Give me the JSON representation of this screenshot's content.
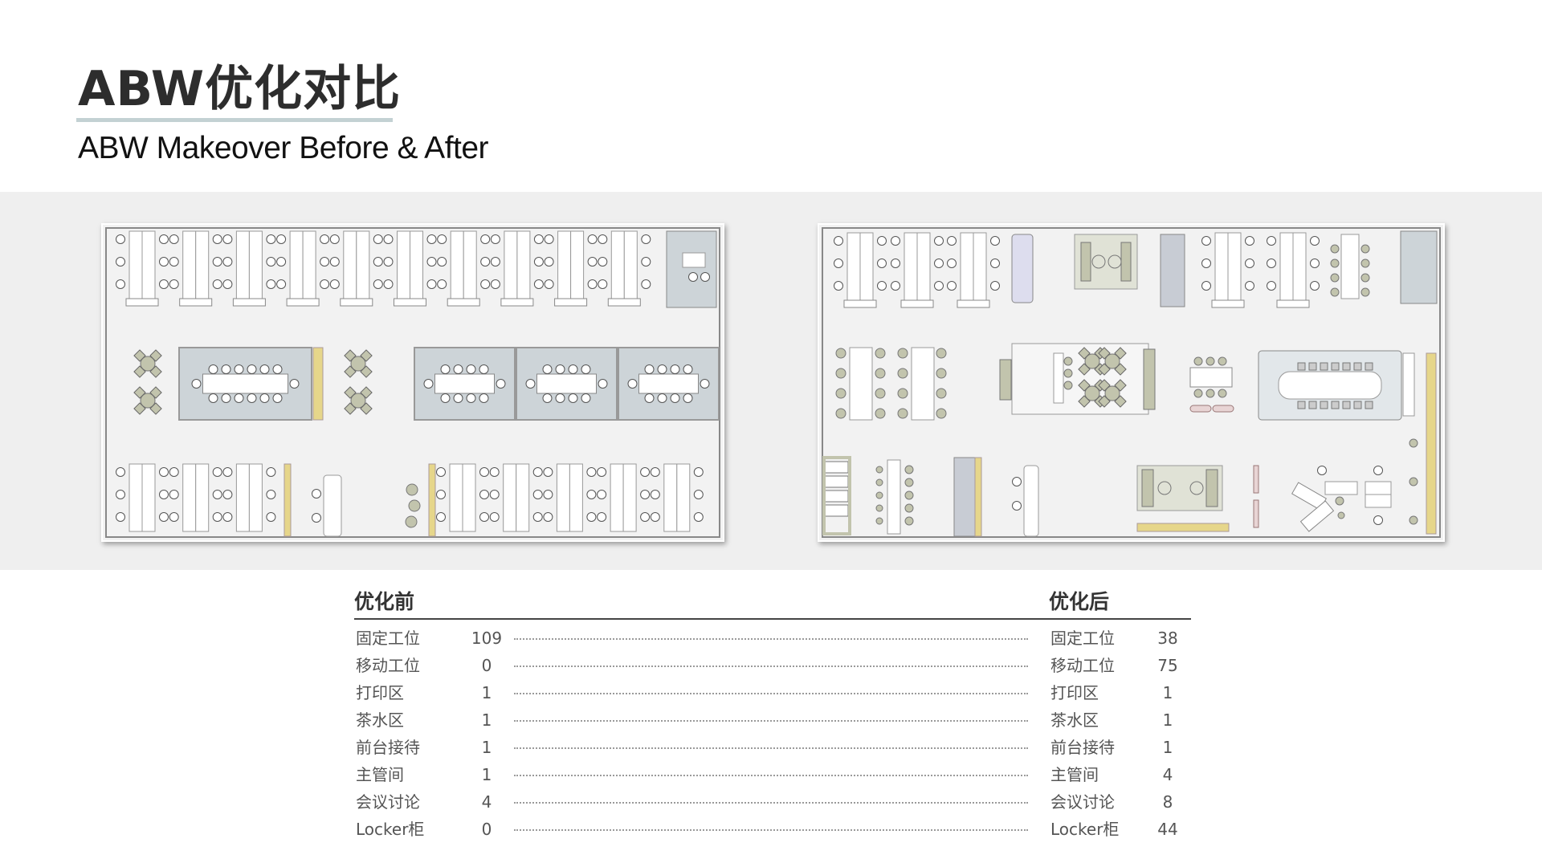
{
  "header": {
    "title": "ABW优化对比",
    "subtitle": "ABW Makeover Before & After"
  },
  "plans": {
    "before": {
      "name": "before-floor-plan"
    },
    "after": {
      "name": "after-floor-plan"
    }
  },
  "colors": {
    "accent_line": "#c3d1d3",
    "band": "#efefef",
    "room_fill": "#cdd4d8",
    "furniture_olive": "#c2c4ad",
    "locker_yellow": "#e6d68a"
  },
  "table": {
    "before_header": "优化前",
    "after_header": "优化后",
    "rows": [
      {
        "label": "固定工位",
        "before": "109",
        "after": "38"
      },
      {
        "label": "移动工位",
        "before": "0",
        "after": "75"
      },
      {
        "label": "打印区",
        "before": "1",
        "after": "1"
      },
      {
        "label": "茶水区",
        "before": "1",
        "after": "1"
      },
      {
        "label": "前台接待",
        "before": "1",
        "after": "1"
      },
      {
        "label": "主管间",
        "before": "1",
        "after": "4"
      },
      {
        "label": "会议讨论",
        "before": "4",
        "after": "8"
      },
      {
        "label": "Locker柜",
        "before": "0",
        "after": "44"
      }
    ]
  }
}
